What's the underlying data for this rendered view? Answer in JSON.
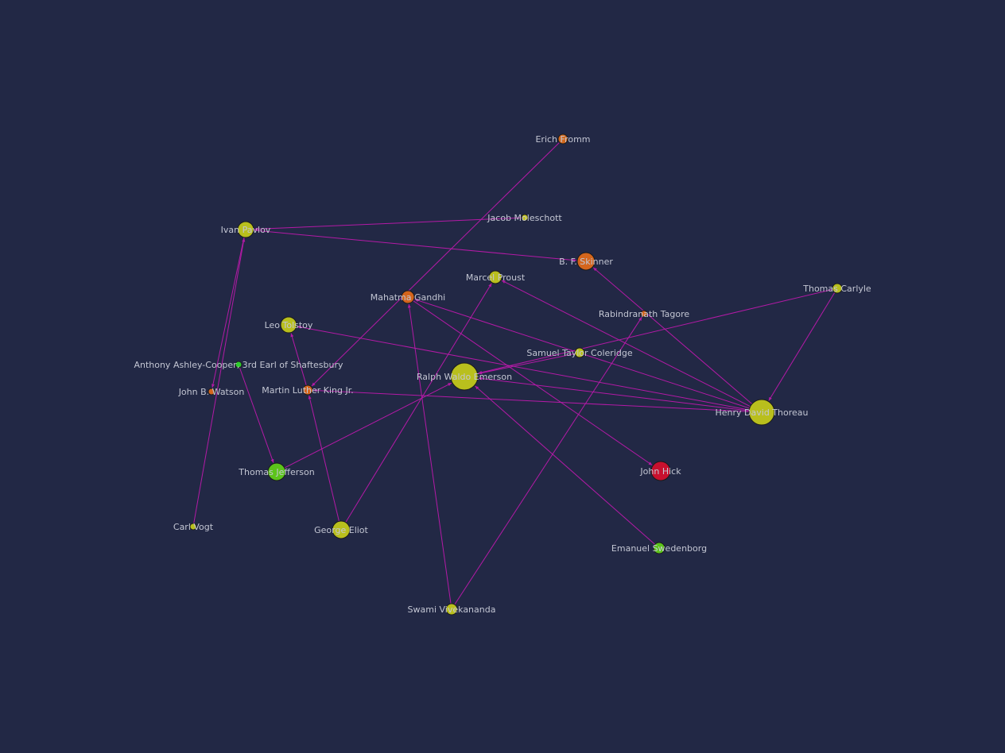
{
  "colors": {
    "background": "#222845",
    "edge": "#b31aa6",
    "label": "#c3c6d3",
    "node_stroke": "#1a1a1a"
  },
  "nodes": [
    {
      "id": "erich-fromm",
      "label": "Erich Fromm",
      "color": "#d2691e"
    },
    {
      "id": "jacob-moleschott",
      "label": "Jacob Moleschott",
      "color": "#c4c41a"
    },
    {
      "id": "ivan-pavlov",
      "label": "Ivan Pavlov",
      "color": "#b9bf1d"
    },
    {
      "id": "bf-skinner",
      "label": "B. F. Skinner",
      "color": "#d4651c"
    },
    {
      "id": "marcel-proust",
      "label": "Marcel Proust",
      "color": "#b9bf1d"
    },
    {
      "id": "mahatma-gandhi",
      "label": "Mahatma Gandhi",
      "color": "#d4651c"
    },
    {
      "id": "thomas-carlyle",
      "label": "Thomas Carlyle",
      "color": "#b9bf1d"
    },
    {
      "id": "rabindranath-tagore",
      "label": "Rabindranath Tagore",
      "color": "#d4651c"
    },
    {
      "id": "leo-tolstoy",
      "label": "Leo Tolstoy",
      "color": "#b9bf1d"
    },
    {
      "id": "samuel-taylor-coleridge",
      "label": "Samuel Taylor Coleridge",
      "color": "#b9bf1d"
    },
    {
      "id": "anthony-ashley-cooper",
      "label": "Anthony Ashley-Cooper, 3rd Earl of Shaftesbury",
      "color": "#2ecc2e"
    },
    {
      "id": "ralph-waldo-emerson",
      "label": "Ralph Waldo Emerson",
      "color": "#b9bf1d"
    },
    {
      "id": "john-b-watson",
      "label": "John B. Watson",
      "color": "#d4651c"
    },
    {
      "id": "martin-luther-king",
      "label": "Martin Luther King Jr.",
      "color": "#d4651c"
    },
    {
      "id": "henry-david-thoreau",
      "label": "Henry David Thoreau",
      "color": "#b9bf1d"
    },
    {
      "id": "thomas-jefferson",
      "label": "Thomas Jefferson",
      "color": "#5cc41a"
    },
    {
      "id": "john-hick",
      "label": "John Hick",
      "color": "#c8102e"
    },
    {
      "id": "carl-vogt",
      "label": "Carl Vogt",
      "color": "#b9bf1d"
    },
    {
      "id": "george-eliot",
      "label": "George Eliot",
      "color": "#b9bf1d"
    },
    {
      "id": "emanuel-swedenborg",
      "label": "Emanuel Swedenborg",
      "color": "#5cc41a"
    },
    {
      "id": "swami-vivekananda",
      "label": "Swami Vivekananda",
      "color": "#b9bf1d"
    }
  ],
  "edges": [
    {
      "from": "erich-fromm",
      "to": "martin-luther-king"
    },
    {
      "from": "jacob-moleschott",
      "to": "ivan-pavlov"
    },
    {
      "from": "ivan-pavlov",
      "to": "bf-skinner"
    },
    {
      "from": "ivan-pavlov",
      "to": "john-b-watson"
    },
    {
      "from": "carl-vogt",
      "to": "ivan-pavlov"
    },
    {
      "from": "henry-david-thoreau",
      "to": "bf-skinner"
    },
    {
      "from": "henry-david-thoreau",
      "to": "marcel-proust"
    },
    {
      "from": "henry-david-thoreau",
      "to": "mahatma-gandhi"
    },
    {
      "from": "henry-david-thoreau",
      "to": "leo-tolstoy"
    },
    {
      "from": "henry-david-thoreau",
      "to": "ralph-waldo-emerson"
    },
    {
      "from": "henry-david-thoreau",
      "to": "martin-luther-king"
    },
    {
      "from": "thomas-carlyle",
      "to": "henry-david-thoreau"
    },
    {
      "from": "thomas-carlyle",
      "to": "ralph-waldo-emerson"
    },
    {
      "from": "samuel-taylor-coleridge",
      "to": "ralph-waldo-emerson"
    },
    {
      "from": "emanuel-swedenborg",
      "to": "ralph-waldo-emerson"
    },
    {
      "from": "thomas-jefferson",
      "to": "ralph-waldo-emerson"
    },
    {
      "from": "anthony-ashley-cooper",
      "to": "thomas-jefferson"
    },
    {
      "from": "mahatma-gandhi",
      "to": "john-hick"
    },
    {
      "from": "martin-luther-king",
      "to": "leo-tolstoy"
    },
    {
      "from": "george-eliot",
      "to": "marcel-proust"
    },
    {
      "from": "george-eliot",
      "to": "martin-luther-king"
    },
    {
      "from": "swami-vivekananda",
      "to": "mahatma-gandhi"
    },
    {
      "from": "swami-vivekananda",
      "to": "rabindranath-tagore"
    }
  ]
}
